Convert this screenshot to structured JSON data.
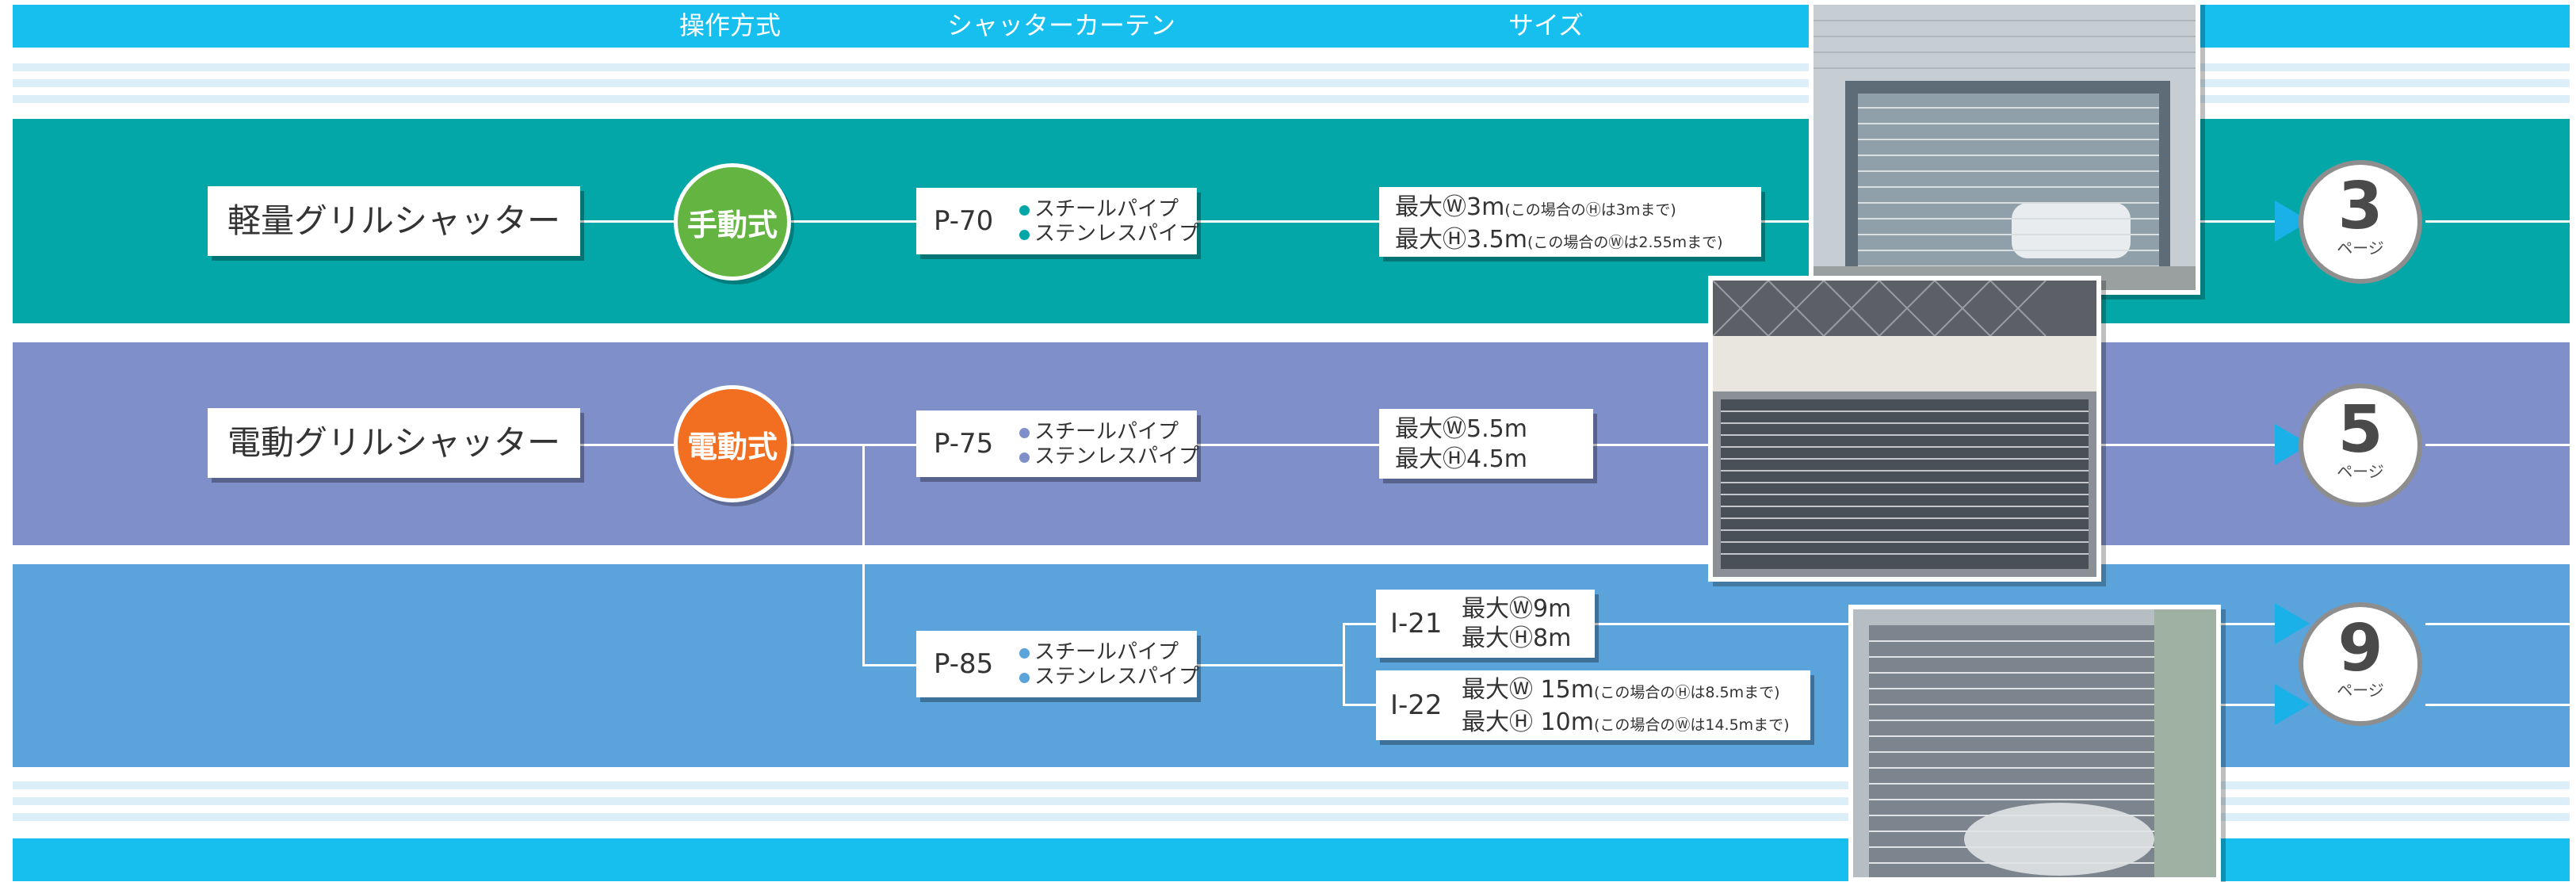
{
  "header": {
    "col_operation": "操作方式",
    "col_curtain": "シャッターカーテン",
    "col_size": "サイズ"
  },
  "colors": {
    "band_teal": "#03a7a8",
    "band_purple": "#7f8fca",
    "band_blue": "#5aa3db",
    "header_bar": "#17bfee",
    "manual_green": "#63b441",
    "electric_orange": "#f26f21",
    "arrow_blue": "#19b1e8"
  },
  "rows": [
    {
      "product": "軽量グリルシャッター",
      "operation": "手動式",
      "curtain_code": "P-70",
      "materials": [
        "スチールパイプ",
        "ステンレスパイプ"
      ],
      "size_lines": [
        {
          "main": "最大Ⓦ3m",
          "note": "(この場合のⒽは3mまで)"
        },
        {
          "main": "最大Ⓗ3.5m",
          "note": "(この場合のⓌは2.55mまで)"
        }
      ],
      "page_number": "3",
      "page_label": "ページ"
    },
    {
      "product": "電動グリルシャッター",
      "operation": "電動式",
      "curtain_code": "P-75",
      "materials": [
        "スチールパイプ",
        "ステンレスパイプ"
      ],
      "size_lines": [
        {
          "main": "最大Ⓦ5.5m",
          "note": ""
        },
        {
          "main": "最大Ⓗ4.5m",
          "note": ""
        }
      ],
      "page_number": "5",
      "page_label": "ページ"
    },
    {
      "curtain_code": "P-85",
      "materials": [
        "スチールパイプ",
        "ステンレスパイプ"
      ],
      "variants": [
        {
          "code": "I-21",
          "size_lines": [
            {
              "main": "最大Ⓦ9m",
              "note": ""
            },
            {
              "main": "最大Ⓗ8m",
              "note": ""
            }
          ]
        },
        {
          "code": "I-22",
          "size_lines": [
            {
              "main": "最大Ⓦ 15m",
              "note": "(この場合のⒽは8.5mまで)"
            },
            {
              "main": "最大Ⓗ 10m",
              "note": "(この場合のⓌは14.5mまで)"
            }
          ]
        }
      ],
      "page_number": "9",
      "page_label": "ページ"
    }
  ]
}
